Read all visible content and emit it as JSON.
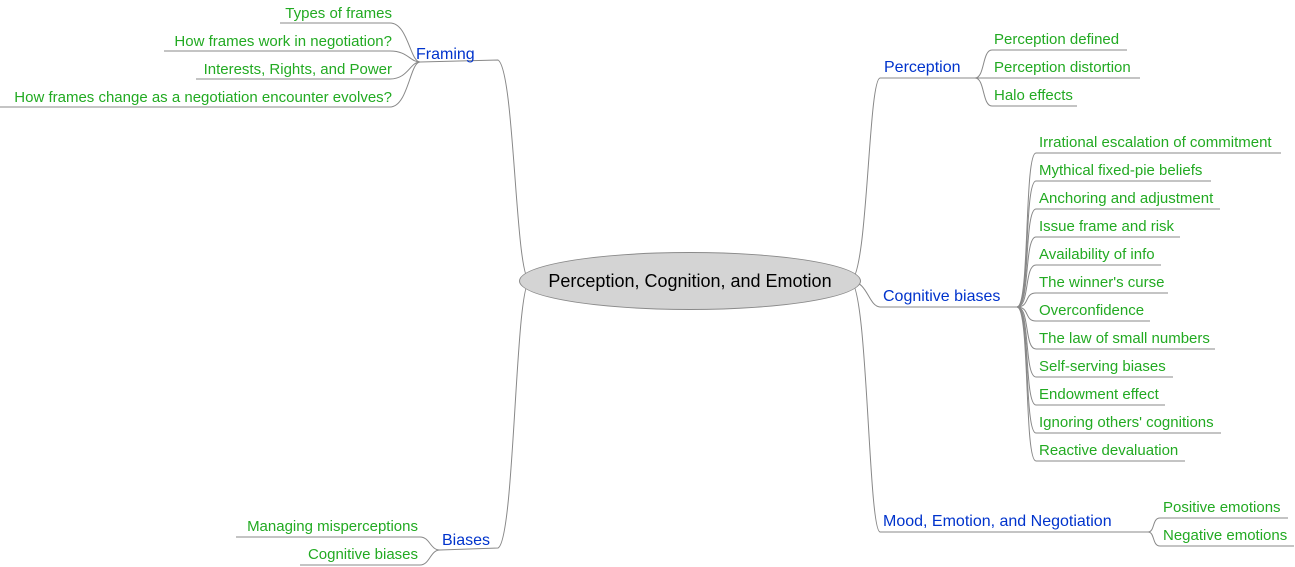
{
  "root": "Perception, Cognition, and Emotion",
  "colors": {
    "branch": "#0033cc",
    "leaf": "#22aa22",
    "line": "#888888",
    "root_fill": "#d4d4d4"
  },
  "left": {
    "framing": {
      "label": "Framing",
      "children": [
        "Types of frames",
        "How frames work in negotiation?",
        "Interests, Rights, and Power",
        "How frames change as a negotiation encounter evolves?"
      ]
    },
    "biases": {
      "label": "Biases",
      "children": [
        "Managing misperceptions",
        "Cognitive biases"
      ]
    }
  },
  "right": {
    "perception": {
      "label": "Perception",
      "children": [
        "Perception defined",
        "Perception distortion",
        "Halo effects"
      ]
    },
    "cognitive": {
      "label": "Cognitive biases",
      "children": [
        "Irrational escalation of commitment",
        "Mythical fixed-pie beliefs",
        "Anchoring and adjustment",
        "Issue frame and risk",
        "Availability of info",
        "The winner's curse",
        "Overconfidence",
        "The law of small numbers",
        "Self-serving biases",
        "Endowment effect",
        "Ignoring others' cognitions",
        "Reactive devaluation"
      ]
    },
    "mood": {
      "label": "Mood, Emotion, and Negotiation",
      "children": [
        "Positive emotions",
        "Negative emotions"
      ]
    }
  }
}
